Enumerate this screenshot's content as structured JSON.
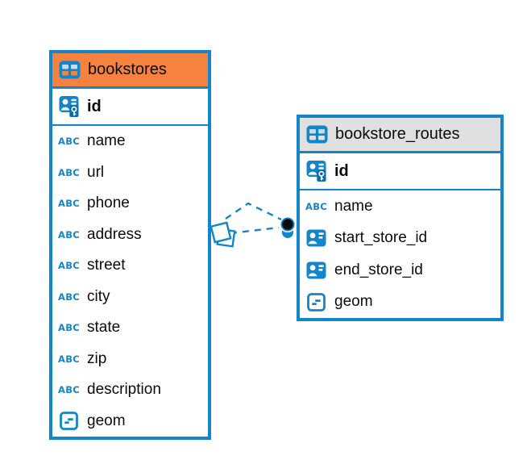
{
  "diagram": {
    "type": "entity-relationship",
    "background": "#ffffff",
    "accent_color": "#1285CB",
    "type_icon_label": "ABC",
    "tables": [
      {
        "title": "bookstores",
        "header_color": "#F5823E",
        "header_icon": "table-icon",
        "primary_key": {
          "name": "id",
          "icon": "primary-key-icon"
        },
        "columns": [
          {
            "name": "name",
            "icon": "text-type-icon"
          },
          {
            "name": "url",
            "icon": "text-type-icon"
          },
          {
            "name": "phone",
            "icon": "text-type-icon"
          },
          {
            "name": "address",
            "icon": "text-type-icon"
          },
          {
            "name": "street",
            "icon": "text-type-icon"
          },
          {
            "name": "city",
            "icon": "text-type-icon"
          },
          {
            "name": "state",
            "icon": "text-type-icon"
          },
          {
            "name": "zip",
            "icon": "text-type-icon"
          },
          {
            "name": "description",
            "icon": "text-type-icon"
          },
          {
            "name": "geom",
            "icon": "geometry-type-icon"
          }
        ]
      },
      {
        "title": "bookstore_routes",
        "header_color": "#E0E0E0",
        "header_icon": "table-icon",
        "primary_key": {
          "name": "id",
          "icon": "primary-key-icon"
        },
        "columns": [
          {
            "name": "name",
            "icon": "text-type-icon"
          },
          {
            "name": "start_store_id",
            "icon": "reference-type-icon"
          },
          {
            "name": "end_store_id",
            "icon": "reference-type-icon"
          },
          {
            "name": "geom",
            "icon": "geometry-type-icon"
          }
        ]
      }
    ],
    "relationships": [
      {
        "from_table": "bookstores",
        "to_table": "bookstore_routes",
        "line_style": "dashed",
        "line_count": 2,
        "source_marker": "stacked-squares",
        "target_marker": "black-dot"
      }
    ]
  }
}
